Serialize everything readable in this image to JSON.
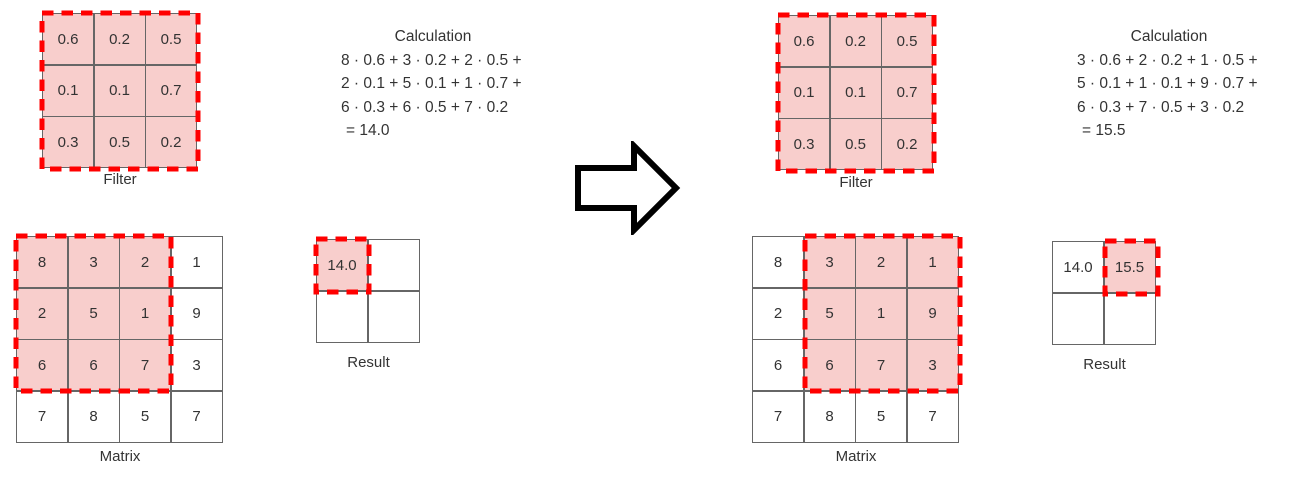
{
  "colors": {
    "highlight_fill": "#f8cecc",
    "highlight_border": "#ff0000",
    "grid_line": "#666666",
    "text": "#333333",
    "arrow": "#000000",
    "background": "#ffffff"
  },
  "panels": [
    {
      "step": "convolution-step-1",
      "filter": {
        "label": "Filter",
        "rows": [
          [
            "0.6",
            "0.2",
            "0.5"
          ],
          [
            "0.1",
            "0.1",
            "0.7"
          ],
          [
            "0.3",
            "0.5",
            "0.2"
          ]
        ]
      },
      "calculation": {
        "title": "Calculation",
        "lines": [
          "8 · 0.6 + 3 · 0.2 + 2 · 0.5 +",
          "2 · 0.1 + 5 · 0.1 + 1 · 0.7 +",
          "6 · 0.3 + 6 · 0.5 + 7 · 0.2"
        ],
        "result": "= 14.0"
      },
      "matrix": {
        "label": "Matrix",
        "rows": [
          [
            "8",
            "3",
            "2",
            "1"
          ],
          [
            "2",
            "5",
            "1",
            "9"
          ],
          [
            "6",
            "6",
            "7",
            "3"
          ],
          [
            "7",
            "8",
            "5",
            "7"
          ]
        ],
        "highlight": {
          "row_start": 0,
          "col_start": 0,
          "rows": 3,
          "cols": 3
        }
      },
      "result": {
        "label": "Result",
        "rows": [
          [
            "14.0",
            ""
          ],
          [
            "",
            ""
          ]
        ],
        "highlight": {
          "row": 0,
          "col": 0
        }
      }
    },
    {
      "step": "convolution-step-2",
      "filter": {
        "label": "Filter",
        "rows": [
          [
            "0.6",
            "0.2",
            "0.5"
          ],
          [
            "0.1",
            "0.1",
            "0.7"
          ],
          [
            "0.3",
            "0.5",
            "0.2"
          ]
        ]
      },
      "calculation": {
        "title": "Calculation",
        "lines": [
          "3 · 0.6 + 2 · 0.2 + 1 · 0.5 +",
          "5 · 0.1 + 1 · 0.1 + 9 · 0.7 +",
          "6 · 0.3 + 7 · 0.5 + 3 · 0.2"
        ],
        "result": "= 15.5"
      },
      "matrix": {
        "label": "Matrix",
        "rows": [
          [
            "8",
            "3",
            "2",
            "1"
          ],
          [
            "2",
            "5",
            "1",
            "9"
          ],
          [
            "6",
            "6",
            "7",
            "3"
          ],
          [
            "7",
            "8",
            "5",
            "7"
          ]
        ],
        "highlight": {
          "row_start": 0,
          "col_start": 1,
          "rows": 3,
          "cols": 3
        }
      },
      "result": {
        "label": "Result",
        "rows": [
          [
            "14.0",
            "15.5"
          ],
          [
            "",
            ""
          ]
        ],
        "highlight": {
          "row": 0,
          "col": 1
        }
      }
    }
  ]
}
